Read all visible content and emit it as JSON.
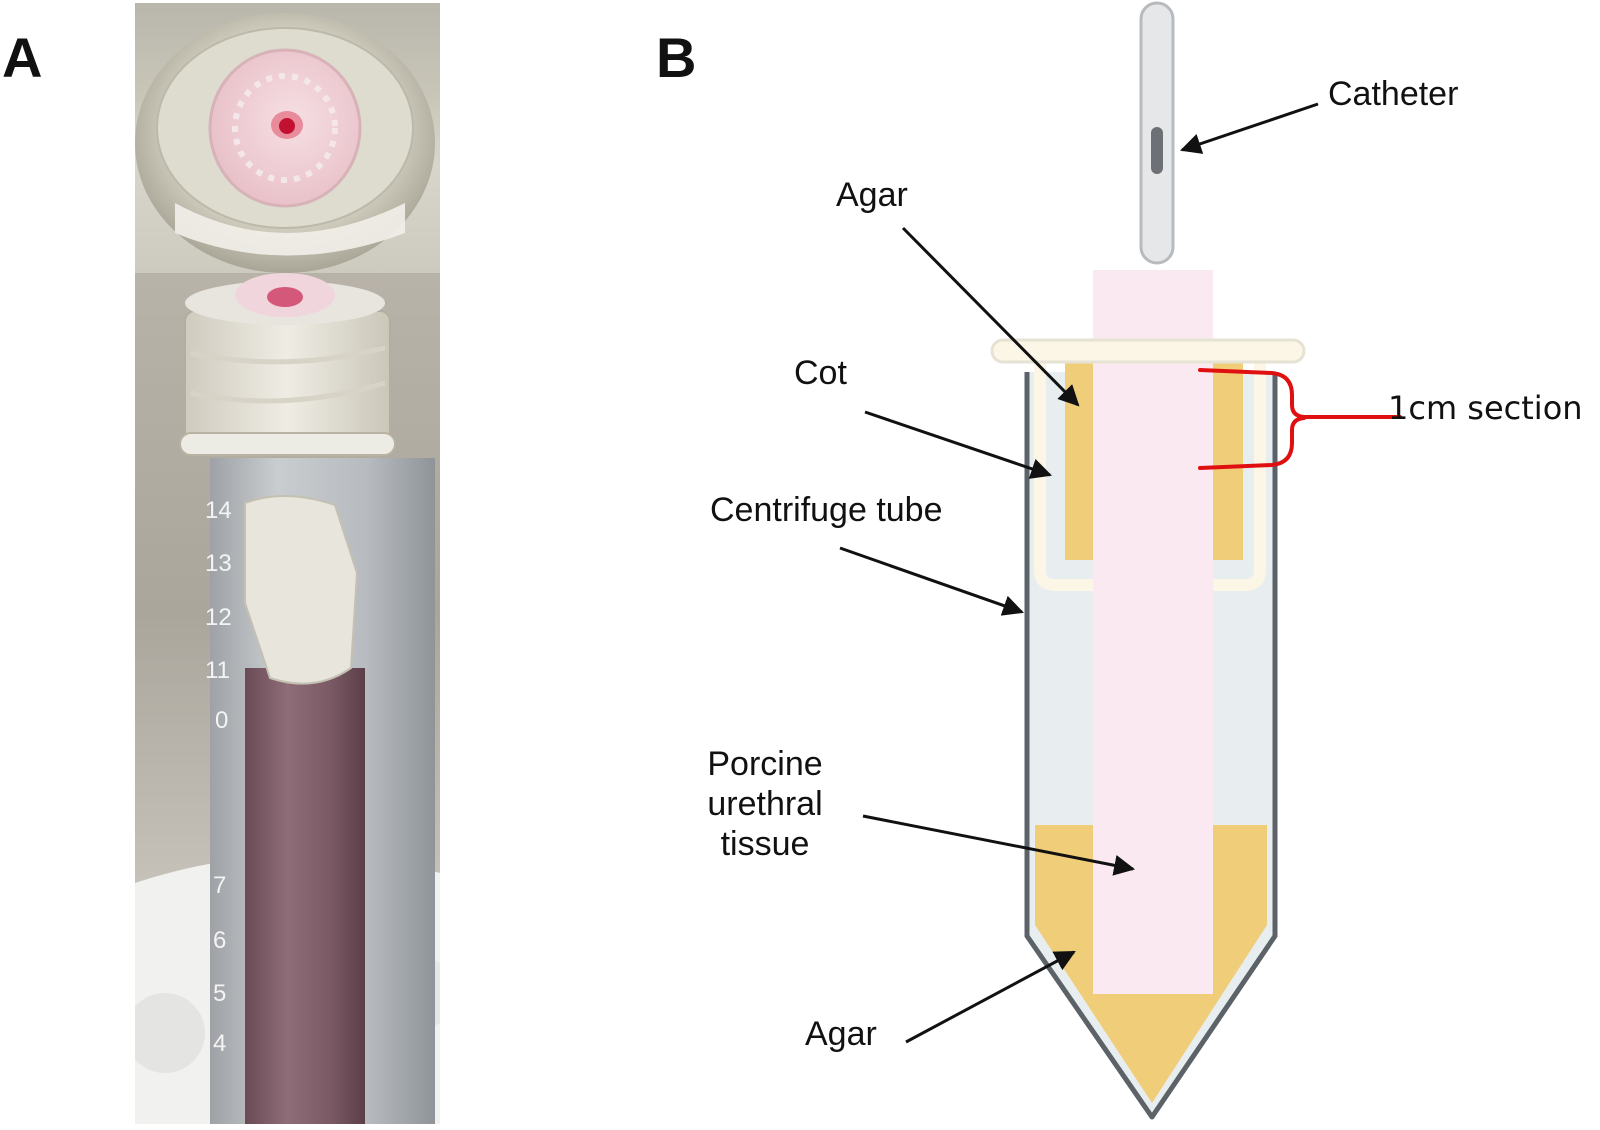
{
  "panels": {
    "a": {
      "letter": "A"
    },
    "b": {
      "letter": "B"
    }
  },
  "labels": {
    "catheter": "Catheter",
    "agar_top": "Agar",
    "cot": "Cot",
    "centrifuge_tube": "Centrifuge tube",
    "porcine_tissue": "Porcine urethral tissue",
    "agar_bottom": "Agar",
    "section": "1cm section"
  },
  "colors": {
    "agar": "#f0cd78",
    "tissue": "#fbe9f1",
    "tube_fill": "#e8edf0",
    "tube_outline": "#5b6268",
    "cot": "#fbf6e6",
    "section_bracket": "#e01010",
    "arrow": "#111111",
    "catheter": "#e6e7e8"
  }
}
